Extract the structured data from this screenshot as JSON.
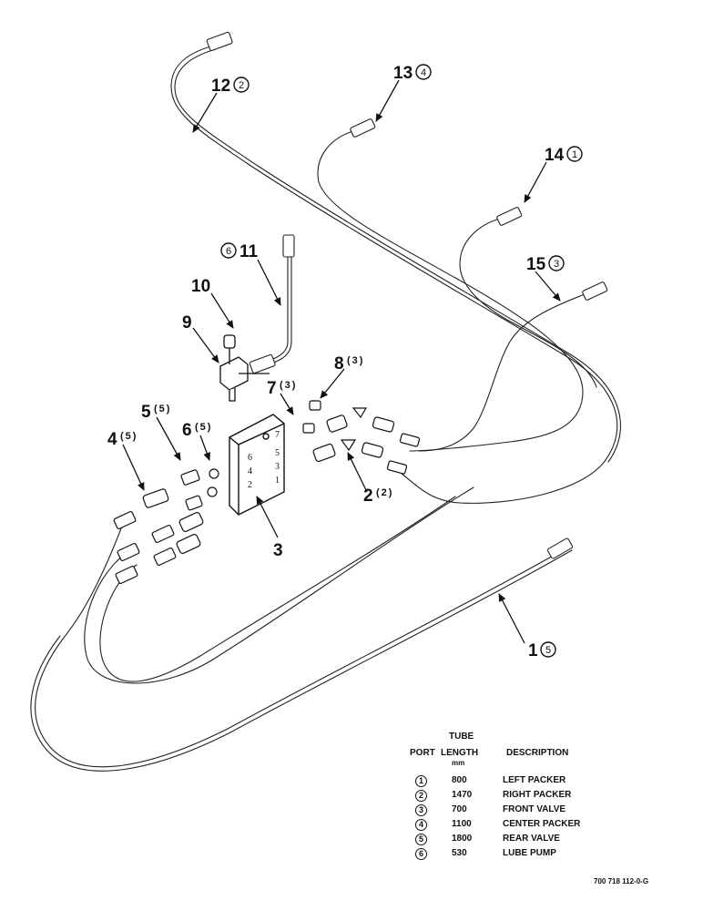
{
  "callouts": [
    {
      "num": "1",
      "port": "5"
    },
    {
      "num": "2",
      "qty": "(2)"
    },
    {
      "num": "3"
    },
    {
      "num": "4",
      "qty": "(5)"
    },
    {
      "num": "5",
      "qty": "(5)"
    },
    {
      "num": "6",
      "qty": "(5)"
    },
    {
      "num": "7",
      "qty": "(3)"
    },
    {
      "num": "8",
      "qty": "(3)"
    },
    {
      "num": "9"
    },
    {
      "num": "10"
    },
    {
      "num": "11",
      "port": "6"
    },
    {
      "num": "12",
      "port": "2"
    },
    {
      "num": "13",
      "port": "4"
    },
    {
      "num": "14",
      "port": "1"
    },
    {
      "num": "15",
      "port": "3"
    }
  ],
  "block_ports": [
    "6",
    "4",
    "2",
    "7",
    "5",
    "3",
    "1"
  ],
  "legend": {
    "header_port": "PORT",
    "header_tube": "TUBE",
    "header_length": "LENGTH",
    "header_unit": "mm",
    "header_description": "DESCRIPTION",
    "rows": [
      {
        "port": "1",
        "length": "800",
        "description": "LEFT PACKER"
      },
      {
        "port": "2",
        "length": "1470",
        "description": "RIGHT PACKER"
      },
      {
        "port": "3",
        "length": "700",
        "description": "FRONT VALVE"
      },
      {
        "port": "4",
        "length": "1100",
        "description": "CENTER PACKER"
      },
      {
        "port": "5",
        "length": "1800",
        "description": "REAR VALVE"
      },
      {
        "port": "6",
        "length": "530",
        "description": "LUBE PUMP"
      }
    ]
  },
  "figure_id": "700 718 112-0-G"
}
